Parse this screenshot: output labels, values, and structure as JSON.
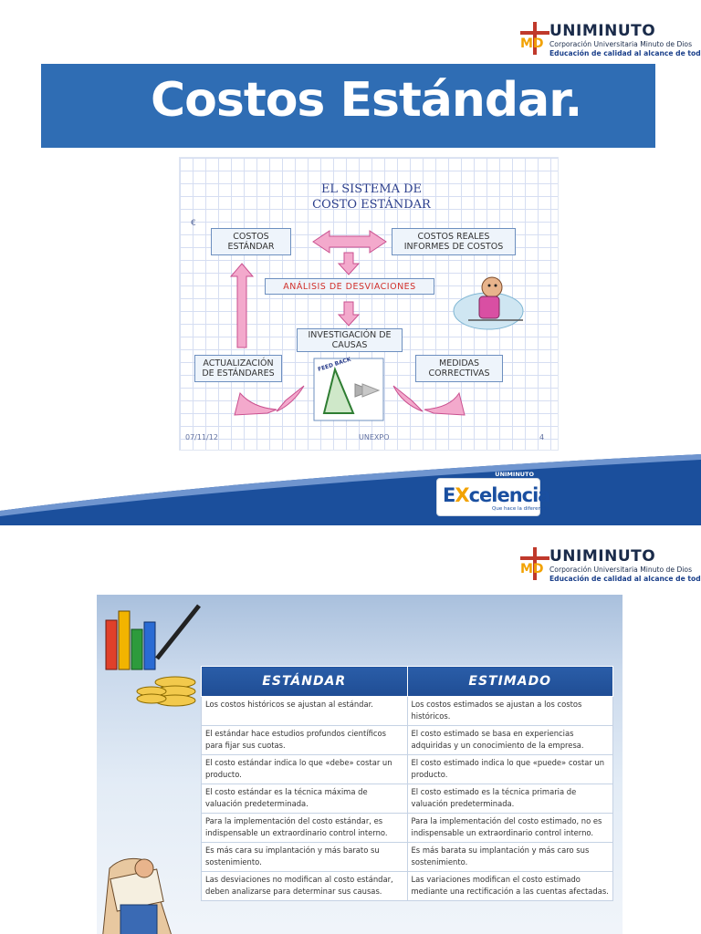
{
  "logo": {
    "brand": "UNIMINUTO",
    "line1": "Corporación Universitaria Minuto de Dios",
    "line2": "Educación de calidad al alcance de todos",
    "mark": "MD"
  },
  "slide1": {
    "title": "Costos Estándar.",
    "diagram": {
      "title_line1": "EL SISTEMA DE",
      "title_line2": "COSTO ESTÁNDAR",
      "box_costos_estandar_1": "COSTOS",
      "box_costos_estandar_2": "ESTÁNDAR",
      "box_costos_reales_1": "COSTOS REALES",
      "box_costos_reales_2": "INFORMES DE COSTOS",
      "box_analisis": "ANÁLISIS DE DESVIACIONES",
      "box_investigacion_1": "INVESTIGACIÓN DE",
      "box_investigacion_2": "CAUSAS",
      "box_actualizacion_1": "ACTUALIZACIÓN",
      "box_actualizacion_2": "DE ESTÁNDARES",
      "box_medidas_1": "MEDIDAS",
      "box_medidas_2": "CORRECTIVAS",
      "feedback": "FEED BACK",
      "footer_date": "07/11/12",
      "footer_org": "UNEXPO",
      "footer_page": "4"
    },
    "badge": {
      "university": "UNIMINUTO",
      "word_pre": "E",
      "word_x": "X",
      "word_post": "celencia",
      "tagline": "Que hace la diferencia"
    }
  },
  "slide2": {
    "table": {
      "headers": [
        "ESTÁNDAR",
        "ESTIMADO"
      ],
      "rows": [
        [
          "Los costos históricos se ajustan al estándar.",
          "Los costos estimados se ajustan a los costos históricos."
        ],
        [
          "El estándar hace estudios profundos científicos para fijar sus cuotas.",
          "El costo estimado se basa en experiencias adquiridas y un conocimiento de la empresa."
        ],
        [
          "El costo estándar indica lo que «debe» costar un producto.",
          "El costo estimado indica lo que «puede» costar un producto."
        ],
        [
          "El costo estándar es la técnica máxima de valuación predeterminada.",
          "El costo estimado es la técnica primaria de valuación predeterminada."
        ],
        [
          "Para la implementación del costo estándar, es indispensable un extraordinario control interno.",
          "Para la implementación del costo estimado, no es indispensable un extraordinario control interno."
        ],
        [
          "Es más cara su implantación y más barato su sostenimiento.",
          "Es más barata su implantación y más caro sus sostenimiento."
        ],
        [
          "Las desviaciones no modifican al costo estándar, deben analizarse para determinar sus causas.",
          "Las variaciones modifican el costo estimado mediante una rectificación a las cuentas afectadas."
        ]
      ]
    }
  },
  "colors": {
    "title_bar": "#2f6db4",
    "table_header": "#1f4d94",
    "arrow_pink": "#f3a9cc",
    "swoosh_blue": "#1b4f9c"
  }
}
